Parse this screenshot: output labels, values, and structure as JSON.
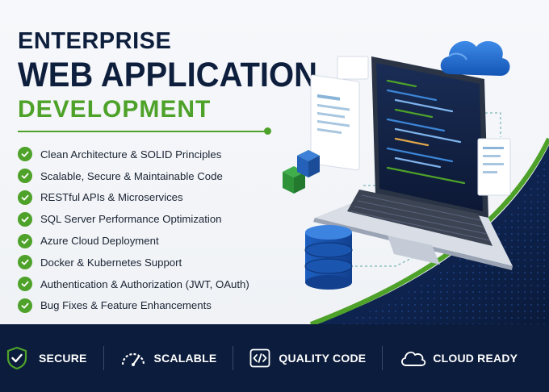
{
  "headline": {
    "line1": "ENTERPRISE",
    "line2": "WEB APPLICATION",
    "line3": "DEVELOPMENT"
  },
  "features": [
    "Clean Architecture & SOLID Principles",
    "Scalable, Secure & Maintainable Code",
    "RESTful APIs & Microservices",
    "SQL Server Performance Optimization",
    "Azure Cloud Deployment",
    "Docker & Kubernetes Support",
    "Authentication & Authorization (JWT, OAuth)",
    "Bug Fixes & Feature Enhancements"
  ],
  "badges": [
    {
      "label": "SECURE",
      "icon": "shield-check-icon"
    },
    {
      "label": "SCALABLE",
      "icon": "speedometer-icon"
    },
    {
      "label": "QUALITY CODE",
      "icon": "code-brackets-icon"
    },
    {
      "label": "CLOUD READY",
      "icon": "cloud-icon"
    }
  ],
  "colors": {
    "navy": "#0e1f3d",
    "green": "#4ea229",
    "bar": "#0c1c3c",
    "blue": "#1f5fbf"
  }
}
